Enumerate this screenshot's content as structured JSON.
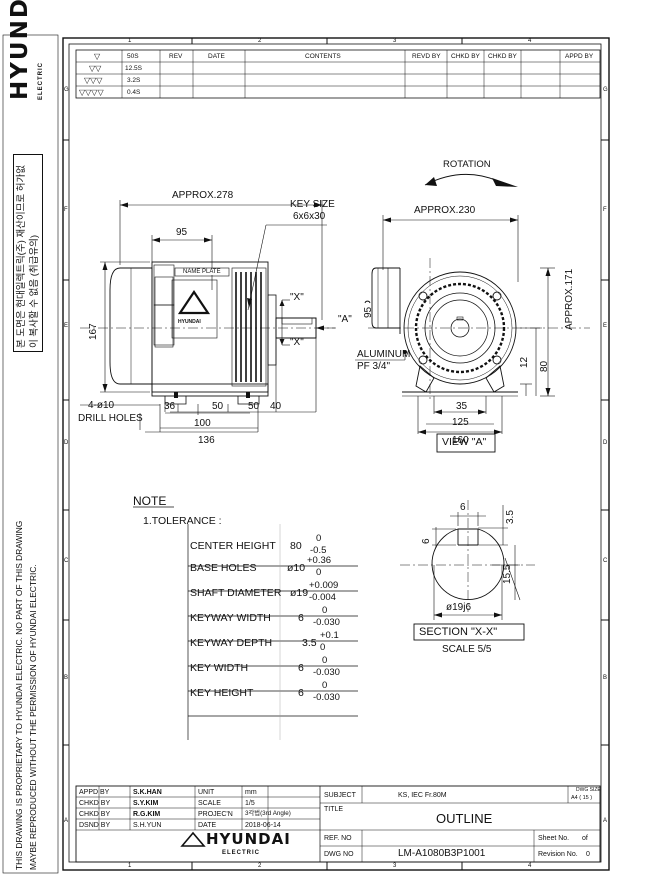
{
  "revision_table": {
    "headers": [
      "REV",
      "DATE",
      "CONTENTS",
      "REVD BY",
      "CHKD BY",
      "CHKD BY",
      "APPD BY"
    ],
    "finish_symbols": [
      "▽",
      "▽▽",
      "▽▽▽",
      "▽▽▽▽"
    ],
    "finish_values": [
      "50S",
      "12.5S",
      "3.2S",
      "0.4S"
    ]
  },
  "zones": {
    "columns": [
      "1",
      "2",
      "3",
      "4"
    ],
    "rows": [
      "G",
      "F",
      "E",
      "D",
      "C",
      "B",
      "A"
    ]
  },
  "side_text": {
    "brand": "HYUNDAI",
    "brand_sub": "ELECTRIC",
    "korean_notice": "본 도면은 현대일렉트릭(주) 재산이므로 허가없이 복사할 수 없음 (취급유의)",
    "proprietary_line1": "THIS DRAWING IS PROPRIETARY TO HYUNDAI ELECTRIC.  NO PART OF THIS DRAWING",
    "proprietary_line2": "MAYBE REPRODUCED WITHOUT THE PERMISSION OF HYUNDAI ELECTRIC."
  },
  "drawing": {
    "rotation_label": "ROTATION",
    "approx_length": "APPROX.278",
    "approx_width": "APPROX.230",
    "approx_height": "APPROX.171",
    "key_size": "KEY SIZE",
    "key_dims": "6x6x30",
    "dim_95_top": "95",
    "dim_167": "167",
    "name_plate": "NAME PLATE",
    "motor_badge": "HYUNDAI",
    "x_upper": "\"X\"",
    "x_lower": "\"X\"",
    "a_arrow": "\"A\"",
    "drill_holes_1": "4-ø10",
    "drill_holes_2": "DRILL HOLES",
    "dim_36": "36",
    "dim_50a": "50",
    "dim_50b": "50",
    "dim_40": "40",
    "dim_100": "100",
    "dim_136": "136",
    "dim_95_side": "95",
    "aluminum": "ALUMINUM",
    "pf": "PF 3/4\"",
    "dim_12": "12",
    "dim_80": "80",
    "dim_35": "35",
    "dim_125": "125",
    "dim_160": "160",
    "view_a": "VIEW \"A\"",
    "sec_6_top": "6",
    "sec_3_5": "3.5",
    "sec_6_left": "6",
    "sec_15_5": "15.5",
    "sec_dia": "ø19j6",
    "section_title": "SECTION \"X-X\"",
    "scale_note": "SCALE 5/5"
  },
  "notes": {
    "heading": "NOTE",
    "tolerance": "1.TOLERANCE :",
    "rows": [
      {
        "name": "CENTER HEIGHT",
        "nominal": "80",
        "upper": "0",
        "lower": "-0.5"
      },
      {
        "name": "BASE HOLES",
        "nominal": "ø10",
        "upper": "+0.36",
        "lower": "0"
      },
      {
        "name": "SHAFT DIAMETER",
        "nominal": "ø19",
        "upper": "+0.009",
        "lower": "-0.004"
      },
      {
        "name": "KEYWAY WIDTH",
        "nominal": "6",
        "upper": "0",
        "lower": "-0.030"
      },
      {
        "name": "KEYWAY DEPTH",
        "nominal": "3.5",
        "upper": "+0.1",
        "lower": "0"
      },
      {
        "name": "KEY WIDTH",
        "nominal": "6",
        "upper": "0",
        "lower": "-0.030"
      },
      {
        "name": "KEY HEIGHT",
        "nominal": "6",
        "upper": "0",
        "lower": "-0.030"
      }
    ]
  },
  "title_block": {
    "appd_label": "APPD BY",
    "appd_name": "S.K.HAN",
    "chkd1_label": "CHKD BY",
    "chkd1_name": "S.Y.KIM",
    "chkd2_label": "CHKD BY",
    "chkd2_name": "R.G.KIM",
    "dsnd_label": "DSND BY",
    "dsnd_name": "S.H.YUN",
    "unit_label": "UNIT",
    "unit_value": "mm",
    "scale_label": "SCALE",
    "scale_value": "1/5",
    "projection_label": "PROJEC'N",
    "projection_value": "3각법(3rd Angle)",
    "date_label": "DATE",
    "date_value": "2018-06-14",
    "subject_label": "SUBJECT",
    "subject_value": "KS, IEC Fr.80M",
    "dwg_size_label": "DWG SIZE",
    "dwg_size_value": "A4 ( 15 )",
    "title_label": "TITLE",
    "title_value": "OUTLINE",
    "ref_label": "REF. NO",
    "sheet_label": "Sheet No.",
    "sheet_of": "of",
    "dwg_label": "DWG NO",
    "dwg_value": "LM-A1080B3P1001",
    "revision_label": "Revision No.",
    "revision_value": "0",
    "logo": "HYUNDAI",
    "logo_sub": "ELECTRIC"
  }
}
